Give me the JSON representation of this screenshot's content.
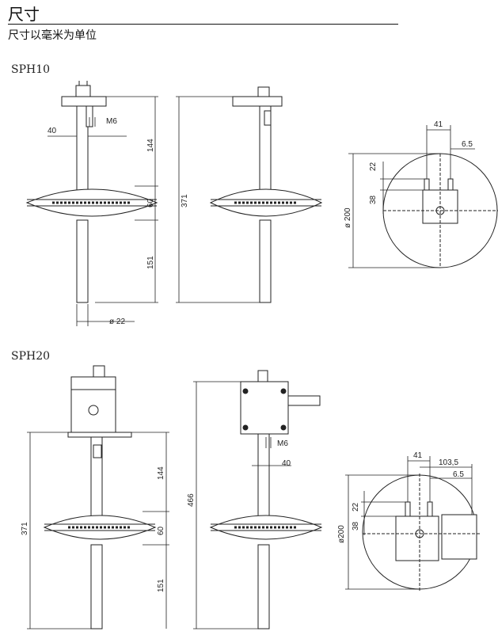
{
  "header": {
    "title": "尺寸",
    "subtitle": "尺寸以毫米为单位"
  },
  "sph10": {
    "model": "SPH10",
    "dims": {
      "d40": "40",
      "m6": "M6",
      "d144": "144",
      "d60": "60",
      "d151": "151",
      "d371": "371",
      "dia22": "ø 22",
      "d41": "41",
      "d6_5": "6.5",
      "d22": "22",
      "d38": "38",
      "dia200": "ø 200"
    }
  },
  "sph20": {
    "model": "SPH20",
    "dims": {
      "d371": "371",
      "d144": "144",
      "d60": "60",
      "d151": "151",
      "d466": "466",
      "m6": "M6",
      "d40": "40",
      "d41": "41",
      "d103_5": "103,5",
      "d6_5": "6.5",
      "d22": "22",
      "d38": "38",
      "dia200": "ø200"
    }
  }
}
